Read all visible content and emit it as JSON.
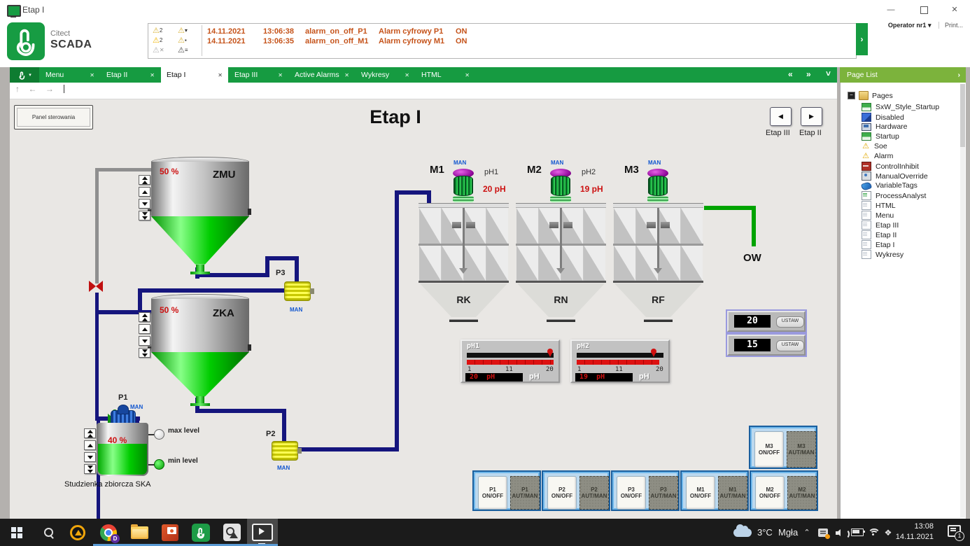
{
  "window": {
    "title": "Etap I"
  },
  "header": {
    "logo_line1": "Citect",
    "logo_line2": "SCADA",
    "alarm_count_unack": "2",
    "alarm_count_total": "2",
    "alarms": [
      {
        "date": "14.11.2021",
        "time": "13:06:38",
        "tag": "alarm_on_off_P1",
        "desc": "Alarm cyfrowy P1",
        "state": "ON"
      },
      {
        "date": "14.11.2021",
        "time": "13:06:35",
        "tag": "alarm_on_off_M1",
        "desc": "Alarm cyfrowy M1",
        "state": "ON"
      }
    ],
    "operator_label": "Operator nr1",
    "print_label": "Print..."
  },
  "tabs": [
    {
      "label": "Menu"
    },
    {
      "label": "Etap II"
    },
    {
      "label": "Etap I"
    },
    {
      "label": "Etap III"
    },
    {
      "label": "Active Alarms"
    },
    {
      "label": "Wykresy"
    },
    {
      "label": "HTML"
    }
  ],
  "page_list": {
    "header": "Page List",
    "root_label": "Pages",
    "items": [
      {
        "label": "SxW_Style_Startup"
      },
      {
        "label": "Disabled"
      },
      {
        "label": "Hardware"
      },
      {
        "label": "Startup"
      },
      {
        "label": "Soe"
      },
      {
        "label": "Alarm"
      },
      {
        "label": "ControlInhibit"
      },
      {
        "label": "ManualOverride"
      },
      {
        "label": "VariableTags"
      },
      {
        "label": "ProcessAnalyst"
      },
      {
        "label": "HTML"
      },
      {
        "label": "Menu"
      },
      {
        "label": "Etap III"
      },
      {
        "label": "Etap II"
      },
      {
        "label": "Etap I"
      },
      {
        "label": "Wykresy"
      }
    ]
  },
  "main": {
    "title": "Etap I",
    "panel_button": "Panel sterowania",
    "nav_left_label": "Etap III",
    "nav_right_label": "Etap II",
    "zmu_level": "50 %",
    "zmu_label": "ZMU",
    "zka_level": "50 %",
    "zka_label": "ZKA",
    "ska_level": "40 %",
    "ska_caption": "Studzienka zbiorcza SKA",
    "max_level_label": "max level",
    "min_level_label": "min level",
    "p1_label": "P1",
    "p2_label": "P2",
    "p3_label": "P3",
    "p1_mode": "MAN",
    "p2_mode": "MAN",
    "p3_mode": "MAN",
    "m1_label": "M1",
    "m2_label": "M2",
    "m3_label": "M3",
    "m1_mode": "MAN",
    "m2_mode": "MAN",
    "m3_mode": "MAN",
    "ph1_label": "pH1",
    "ph1_value": "20 pH",
    "ph2_label": "pH2",
    "ph2_value": "19 pH",
    "reactor1": "RK",
    "reactor2": "RN",
    "reactor3": "RF",
    "ow_label": "OW",
    "setpoint1_value": "20",
    "setpoint2_value": "15",
    "ustaw_label": "USTAW",
    "gauge1": {
      "title": "pH1",
      "tick1": "1",
      "tick2": "11",
      "tick3": "20",
      "display": "20  pH",
      "unit": "pH"
    },
    "gauge2": {
      "title": "pH2",
      "tick1": "1",
      "tick2": "11",
      "tick3": "20",
      "display": "19  pH",
      "unit": "pH"
    },
    "control_pairs": [
      {
        "on": "P1\nON/OFF",
        "auto": "P1\nAUT/MAN"
      },
      {
        "on": "P2\nON/OFF",
        "auto": "P2\nAUT/MAN"
      },
      {
        "on": "P3\nON/OFF",
        "auto": "P3\nAUT/MAN"
      },
      {
        "on": "M1\nON/OFF",
        "auto": "M1\nAUT/MAN"
      },
      {
        "on": "M2\nON/OFF",
        "auto": "M2\nAUT/MAN"
      },
      {
        "on": "M3\nON/OFF",
        "auto": "M3\nAUT/MAN"
      }
    ]
  },
  "taskbar": {
    "weather_temp": "3°C",
    "weather_desc": "Mgła",
    "time": "13:08",
    "date": "14.11.2021",
    "badge": "1"
  },
  "icons": {
    "close": "✕",
    "minimize": "—",
    "chevron_double_left": "«",
    "chevron_double_right": "»",
    "chevron_down": "˅",
    "panel_arrow": "›",
    "dropdown_arrow": "▾",
    "nav_up": "↑",
    "nav_left": "←",
    "nav_right": "→",
    "warning": "⚠",
    "x_small": "✕",
    "list": "≡",
    "square": "▪",
    "play_left": "◀",
    "play_right": "▶",
    "tray_chevron": "⌃",
    "tree_expand": "−",
    "dropbox": "❖"
  }
}
